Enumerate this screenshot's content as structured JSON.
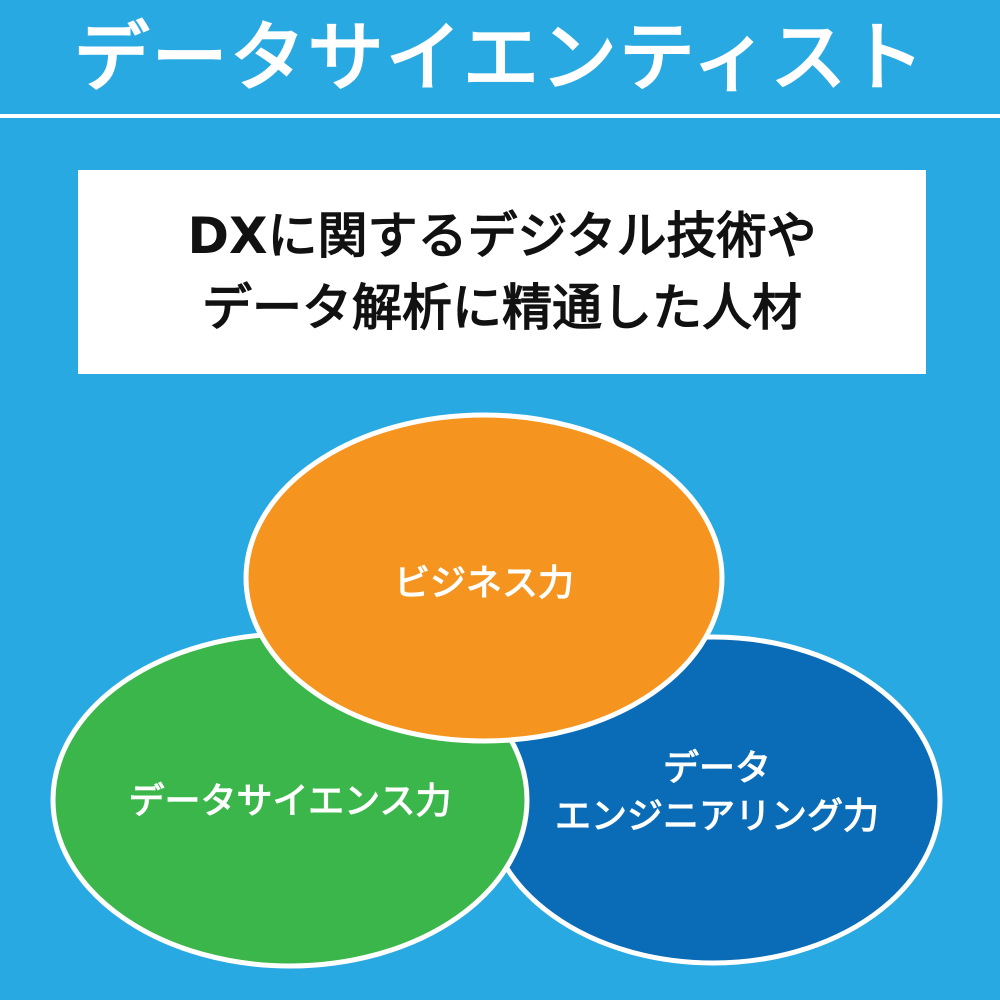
{
  "title": "データサイエンティスト",
  "definition": {
    "line1": "DXに関するデジタル技術や",
    "line2": "データ解析に精通した人材"
  },
  "diagram": {
    "circles": [
      {
        "label_lines": [
          "ビジネス力"
        ],
        "color": "#f5951f"
      },
      {
        "label_lines": [
          "データサイエンス力"
        ],
        "color": "#3bb64a"
      },
      {
        "label_lines": [
          "データ",
          "エンジニアリング力"
        ],
        "color": "#0a6cb7"
      }
    ],
    "outline_color": "#ffffff"
  }
}
